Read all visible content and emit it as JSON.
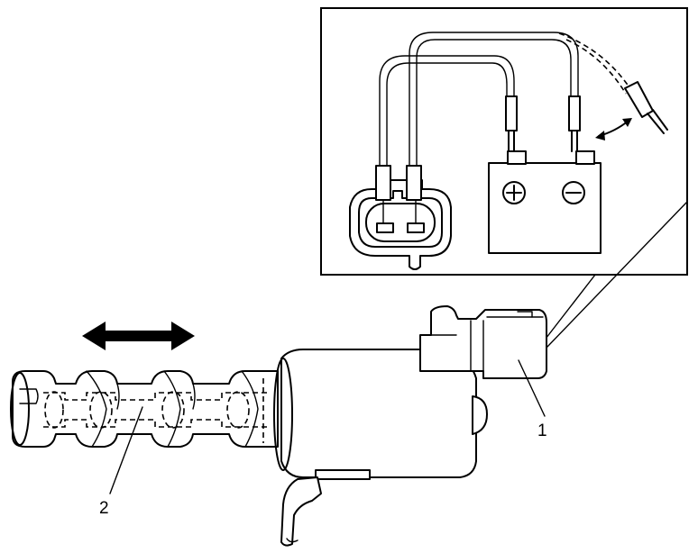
{
  "callouts": [
    {
      "id": "1",
      "text": "1"
    },
    {
      "id": "2",
      "text": "2"
    }
  ],
  "battery": {
    "positive_symbol": "plus",
    "negative_symbol": "minus"
  },
  "icons": [
    "double-arrow-icon",
    "curved-double-arrow-icon"
  ],
  "colors": {
    "line": "#000000",
    "background": "#ffffff"
  }
}
